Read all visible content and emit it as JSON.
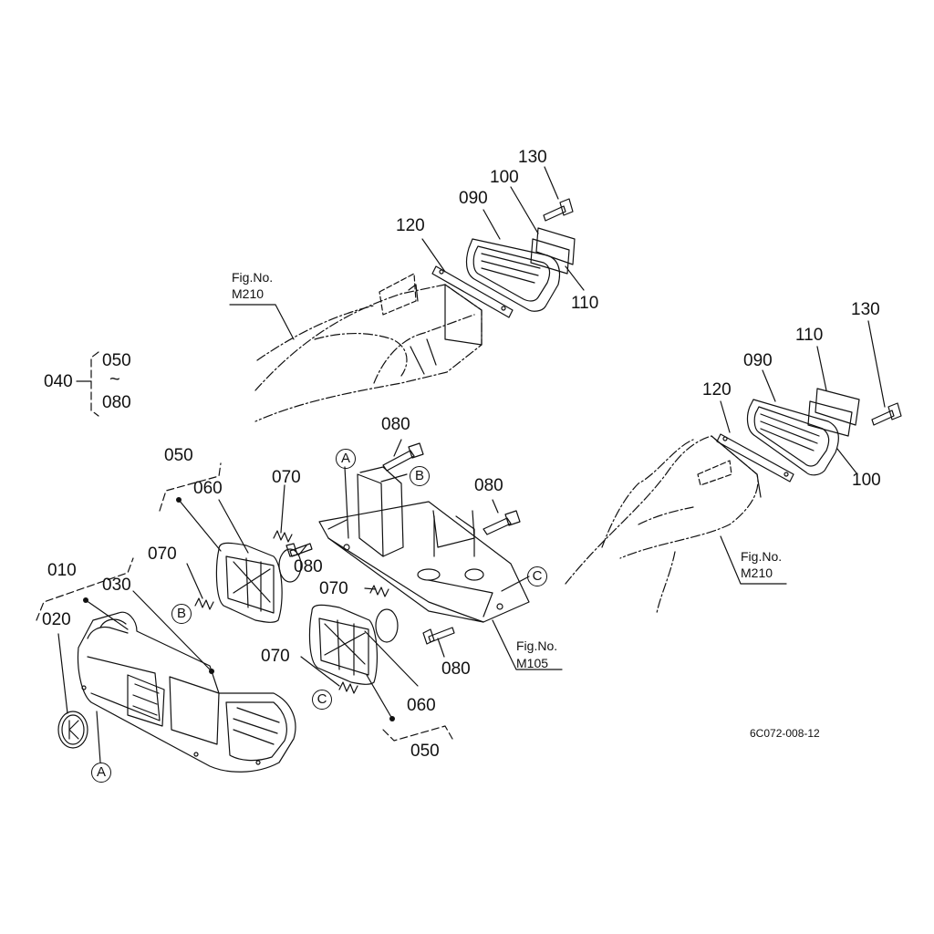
{
  "diagram": {
    "drawing_code": "6C072-008-12",
    "part_numbers": {
      "p010": "010",
      "p020": "020",
      "p030": "030",
      "p040": "040",
      "p050": "050",
      "p060": "060",
      "p070": "070",
      "p080": "080",
      "p090": "090",
      "p100": "100",
      "p110": "110",
      "p120": "120",
      "p130": "130"
    },
    "range_separator": "~",
    "figure_refs": [
      {
        "prefix": "Fig.No.",
        "number": "M210"
      },
      {
        "prefix": "Fig.No.",
        "number": "M210"
      },
      {
        "prefix": "Fig.No.",
        "number": "M105"
      }
    ],
    "connector_marks": {
      "a": "A",
      "b": "B",
      "c": "C"
    }
  }
}
